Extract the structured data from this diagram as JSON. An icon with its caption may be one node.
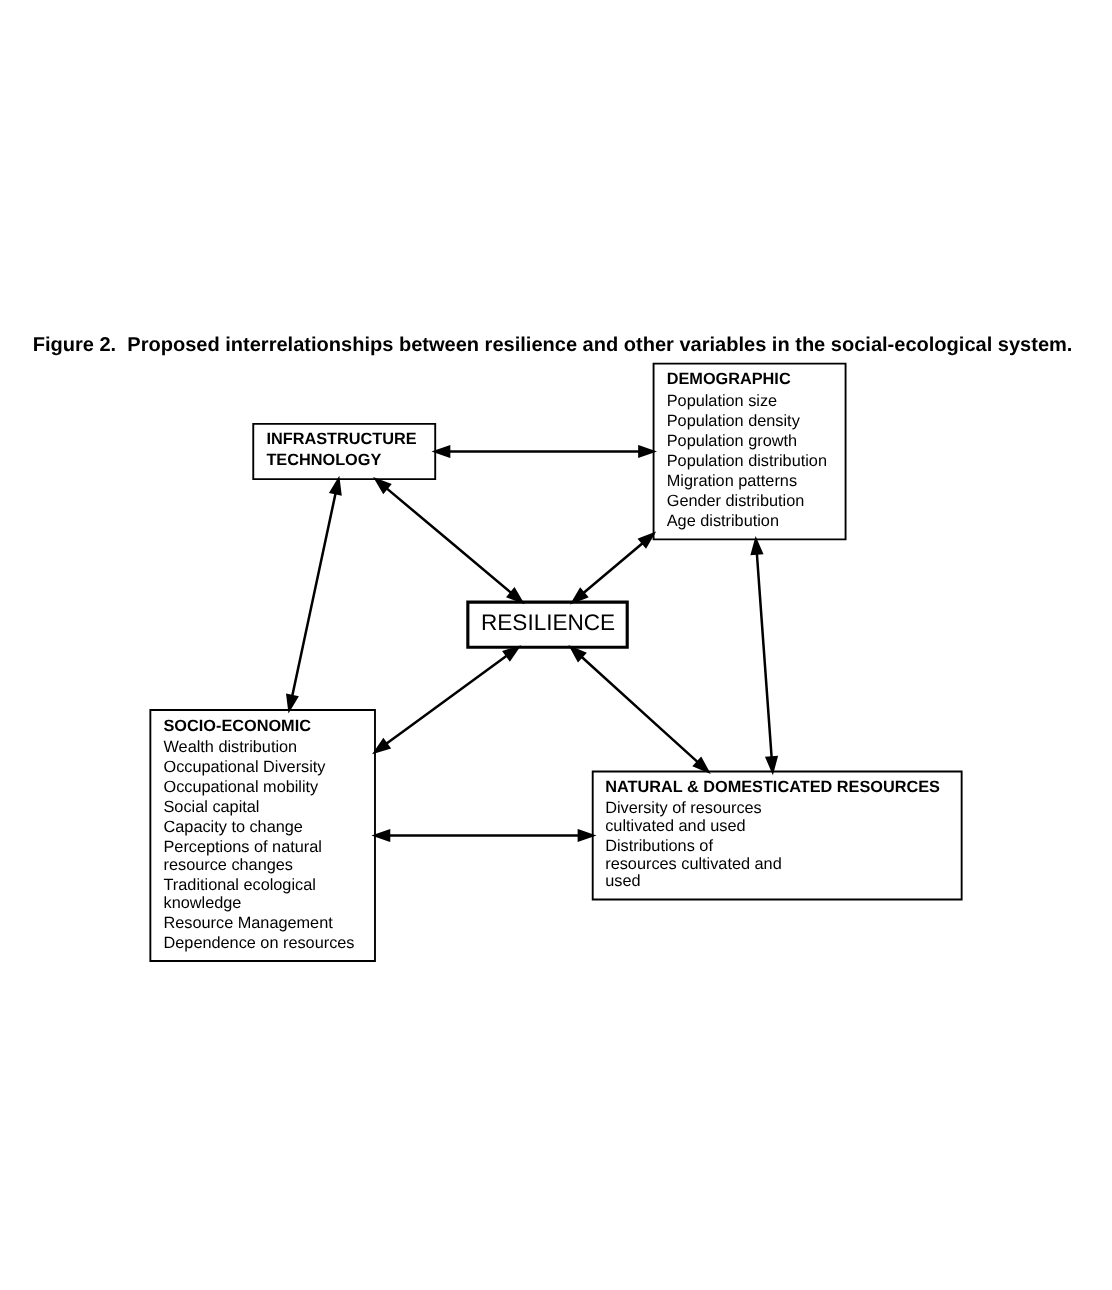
{
  "diagram": {
    "title": "Figure 2.  Proposed interrelationships between resilience and other variables in the social-ecological system.",
    "nodes": [
      {
        "text": [
          "INFRASTRUCTURE",
          "TECHNOLOGY"
        ]
      },
      {
        "text": [
          "DEMOGRAPHIC",
          "Population size",
          "Population density",
          "Population growth",
          "Population distribution",
          "Migration patterns",
          "Gender distribution",
          "Age distribution"
        ]
      },
      {
        "text": [
          "RESILIENCE"
        ]
      },
      {
        "text": [
          "SOCIO-ECONOMIC",
          "Wealth distribution",
          "Occupational Diversity",
          "Occupational mobility",
          "Social capital",
          "Capacity to change",
          "Perceptions of natural resource changes",
          "Traditional ecological knowledge",
          "Resource Management",
          "Dependence on resources"
        ]
      },
      {
        "text": [
          "NATURAL & DOMESTICATED RESOURCES",
          "Diversity of resources cultivated and used",
          "Distributions of resources cultivated and used"
        ]
      }
    ],
    "edges": [
      {
        "from": 0,
        "to": 1,
        "arrow": "both"
      },
      {
        "from": 0,
        "to": 2,
        "arrow": "both"
      },
      {
        "from": 1,
        "to": 2,
        "arrow": "both"
      },
      {
        "from": 0,
        "to": 3,
        "arrow": "both"
      },
      {
        "from": 2,
        "to": 3,
        "arrow": "both"
      },
      {
        "from": 2,
        "to": 4,
        "arrow": "both"
      },
      {
        "from": 1,
        "to": 4,
        "arrow": "both"
      },
      {
        "from": 3,
        "to": 4,
        "arrow": "both"
      }
    ]
  }
}
